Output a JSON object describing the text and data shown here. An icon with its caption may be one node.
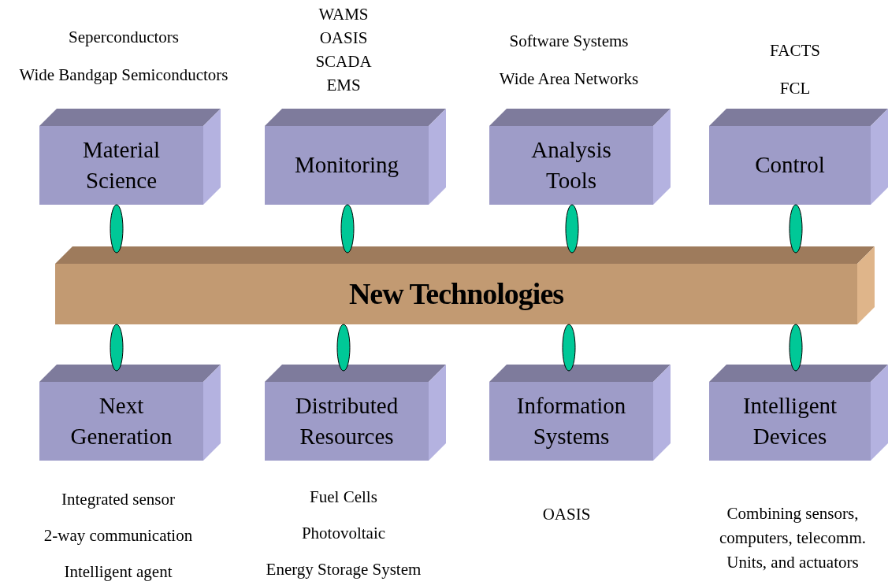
{
  "diagram": {
    "nodes": [
      {
        "text": [
          "New Technologies"
        ]
      },
      {
        "text": [
          "Material Science"
        ],
        "beside": [
          "Seperconductors",
          "Wide Bandgap Semiconductors"
        ]
      },
      {
        "text": [
          "Monitoring"
        ],
        "beside": [
          "WAMS",
          "OASIS",
          "SCADA",
          "EMS"
        ]
      },
      {
        "text": [
          "Analysis Tools"
        ],
        "beside": [
          "Software Systems",
          "Wide Area Networks"
        ]
      },
      {
        "text": [
          "Control"
        ],
        "beside": [
          "FACTS",
          "FCL"
        ]
      },
      {
        "text": [
          "Next Generation"
        ],
        "beside": [
          "Integrated sensor",
          "2-way communication",
          "Intelligent agent"
        ]
      },
      {
        "text": [
          "Distributed Resources"
        ],
        "beside": [
          "Fuel Cells",
          "Photovoltaic",
          "Energy Storage System"
        ]
      },
      {
        "text": [
          "Information Systems"
        ],
        "beside": [
          "OASIS"
        ]
      },
      {
        "text": [
          "Intelligent Devices"
        ],
        "beside": [
          "Combining sensors, computers, telecomm. Units, and actuators"
        ]
      }
    ],
    "edges": [
      {
        "from": 1,
        "to": 0,
        "arrow": "none"
      },
      {
        "from": 2,
        "to": 0,
        "arrow": "none"
      },
      {
        "from": 3,
        "to": 0,
        "arrow": "none"
      },
      {
        "from": 4,
        "to": 0,
        "arrow": "none"
      },
      {
        "from": 0,
        "to": 5,
        "arrow": "none"
      },
      {
        "from": 0,
        "to": 6,
        "arrow": "none"
      },
      {
        "from": 0,
        "to": 7,
        "arrow": "none"
      },
      {
        "from": 0,
        "to": 8,
        "arrow": "none"
      }
    ]
  }
}
